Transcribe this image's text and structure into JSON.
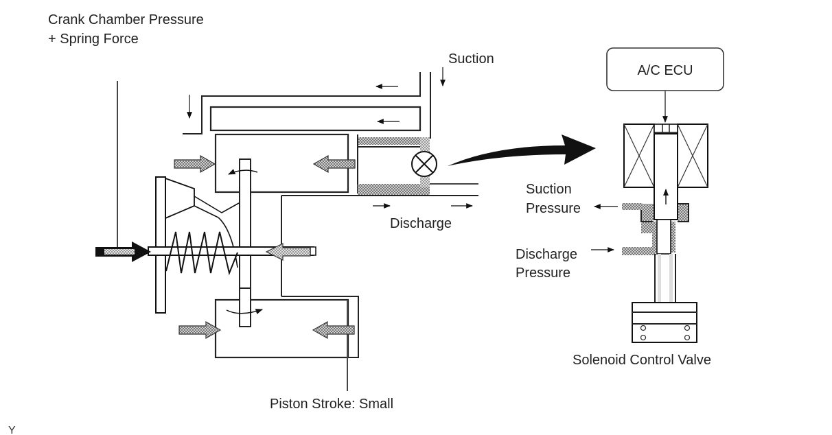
{
  "diagram": {
    "title_left": {
      "line1": "Crank Chamber Pressure",
      "line2": "+ Spring Force"
    },
    "labels": {
      "suction": "Suction",
      "discharge": "Discharge",
      "piston_stroke": "Piston Stroke: Small",
      "ac_ecu": "A/C ECU",
      "suction_pressure_1": "Suction",
      "suction_pressure_2": "Pressure",
      "discharge_pressure_1": "Discharge",
      "discharge_pressure_2": "Pressure",
      "solenoid_valve": "Solenoid Control Valve",
      "corner_mark": "Y"
    },
    "colors": {
      "line": "#222222",
      "hatch_light": "#c8c8c8",
      "hatch_dark": "#8a8a8a",
      "background": "#ffffff"
    }
  }
}
